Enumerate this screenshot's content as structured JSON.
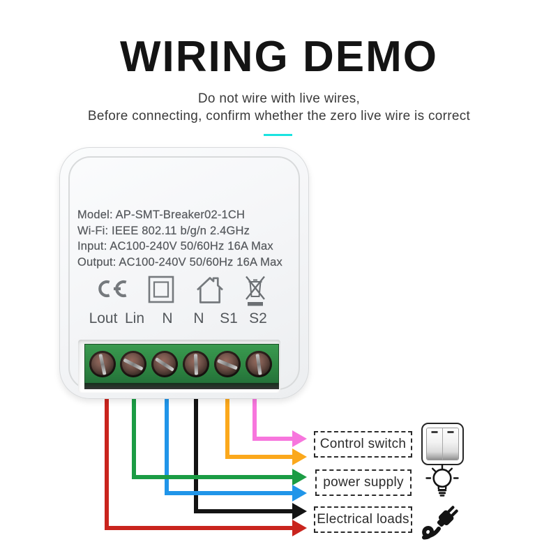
{
  "header": {
    "title": "WIRING DEMO",
    "warning_line1": "Do not wire with live wires,",
    "warning_line2": "Before connecting, confirm whether the zero live wire is correct",
    "accent_color": "#1be3e0"
  },
  "device": {
    "spec_lines": [
      "Model: AP-SMT-Breaker02-1CH",
      "Wi-Fi: IEEE 802.11 b/g/n 2.4GHz",
      "Input: AC100-240V 50/60Hz 16A Max",
      "Output: AC100-240V 50/60Hz 16A Max"
    ],
    "certification_icons": [
      "ce-mark",
      "class-ii-double-insulation",
      "indoor-use-house",
      "weee-crossed-bin"
    ],
    "terminals": [
      "Lout",
      "Lin",
      "N",
      "N",
      "S1",
      "S2"
    ],
    "terminal_block_color": "#2e8642"
  },
  "wires": [
    {
      "terminal": "Lout",
      "color_name": "red",
      "color": "#c9241d",
      "connects_to": "Electrical loads"
    },
    {
      "terminal": "Lin",
      "color_name": "green",
      "color": "#1b9c44",
      "connects_to": "power supply"
    },
    {
      "terminal": "N",
      "color_name": "blue",
      "color": "#2095e9",
      "connects_to": "power supply"
    },
    {
      "terminal": "N",
      "color_name": "black",
      "color": "#131313",
      "connects_to": "Electrical loads"
    },
    {
      "terminal": "S1",
      "color_name": "orange",
      "color": "#fba81c",
      "connects_to": "Control switch"
    },
    {
      "terminal": "S2",
      "color_name": "pink",
      "color": "#f776dd",
      "connects_to": "Control switch"
    }
  ],
  "legend": [
    {
      "label": "Control switch",
      "icon": "wall-switch"
    },
    {
      "label": "power supply",
      "icon": "light-bulb"
    },
    {
      "label": "Electrical loads",
      "icon": "power-plug"
    }
  ]
}
